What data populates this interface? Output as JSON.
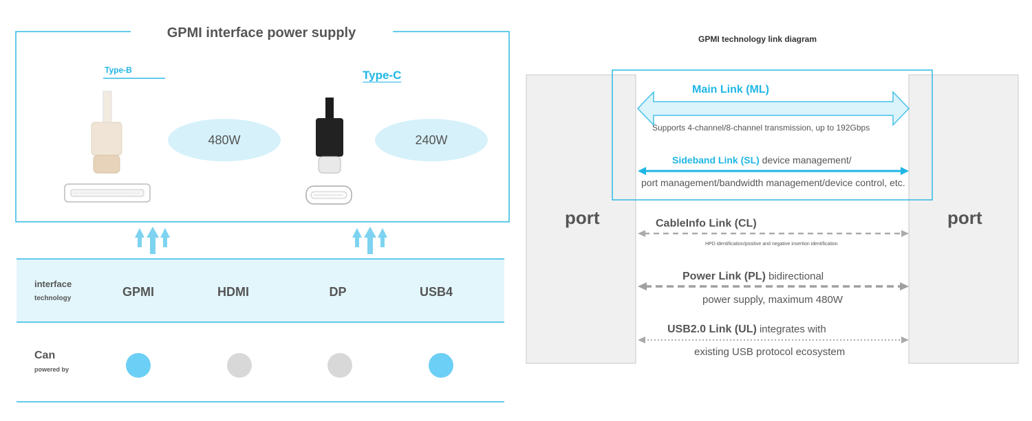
{
  "power_panel": {
    "title": "GPMI interface power supply",
    "connectors": [
      {
        "label": "Type-B",
        "wattage": "480W"
      },
      {
        "label": "Type-C",
        "wattage": "240W"
      }
    ]
  },
  "support_table": {
    "row1_label_line1": "interface",
    "row1_label_line2": "technology",
    "row2_label_line1": "Can",
    "row2_label_line2": "powered by",
    "technologies": [
      {
        "name": "GPMI",
        "powered": true
      },
      {
        "name": "HDMI",
        "powered": false
      },
      {
        "name": "DP",
        "powered": false
      },
      {
        "name": "USB4",
        "powered": true
      }
    ],
    "colors": {
      "powered": "#6ccff5",
      "not_powered": "#d8d8d8",
      "row_fill": "#e3f6fc",
      "line": "#2fb8e3"
    }
  },
  "link_diagram": {
    "title": "GPMI technology link diagram",
    "port_left": "port",
    "port_right": "port",
    "main_link": {
      "name": "Main Link (ML)",
      "desc": "Supports 4-channel/8-channel transmission, up to 192Gbps"
    },
    "sideband_link": {
      "name": "Sideband Link (SL)",
      "desc1": " device management/",
      "desc2": "port management/bandwidth management/device control, etc."
    },
    "cableinfo_link": {
      "name": "CableInfo Link (CL)",
      "desc": "HPD identification/positive and negative insertion identification"
    },
    "power_link": {
      "name": "Power Link (PL)",
      "desc1": " bidirectional",
      "desc2": "power supply, maximum 480W"
    },
    "usb_link": {
      "name": "USB2.0 Link (UL)",
      "desc1": " integrates with",
      "desc2": "existing USB protocol ecosystem"
    }
  }
}
